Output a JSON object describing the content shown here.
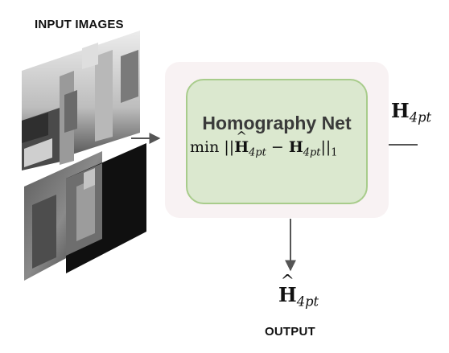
{
  "labels": {
    "input": "INPUT IMAGES",
    "output": "OUTPUT",
    "net_title": "Homography Net"
  },
  "math": {
    "loss": {
      "op": "min",
      "open": "||",
      "pred_base": "H",
      "pred_hat": "^",
      "pred_sub": "4pt",
      "minus": "−",
      "gt_base": "H",
      "gt_sub": "4pt",
      "close": "||",
      "norm_sub": "1"
    },
    "ground_truth": {
      "base": "H",
      "sub": "4pt"
    },
    "prediction": {
      "base": "H",
      "hat": "^",
      "sub": "4pt"
    }
  },
  "colors": {
    "outer_box": "#f8f2f3",
    "net_fill": "#dbe8cf",
    "net_border": "#a8cc8b",
    "arrow": "#555555"
  }
}
